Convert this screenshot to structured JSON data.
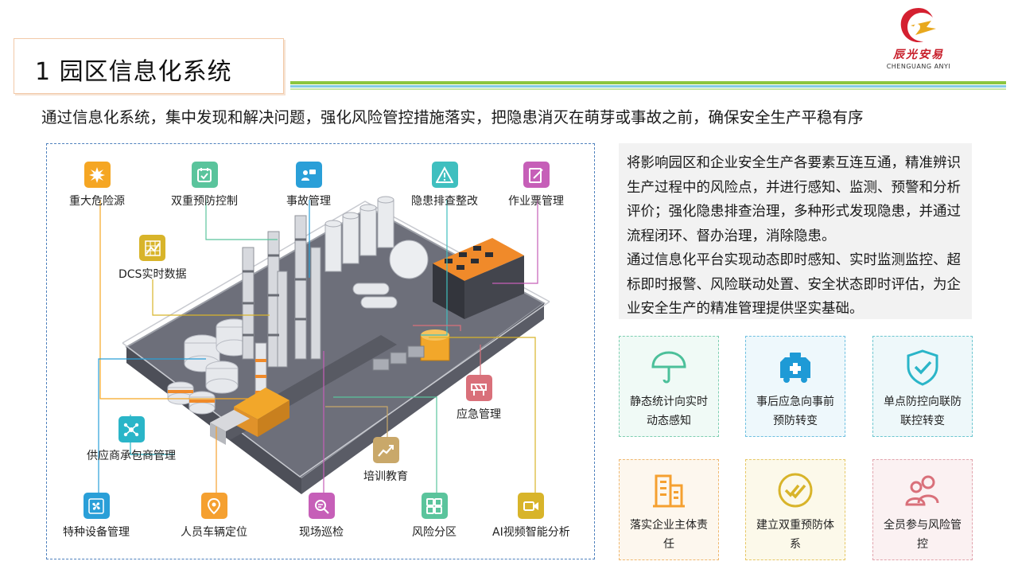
{
  "header": {
    "title": "1 园区信息化系统"
  },
  "logo": {
    "name_cn": "辰光安易",
    "name_en": "CHENGUANG ANYI",
    "icon": "chenguang-logo-icon"
  },
  "intro": "通过信息化系统，集中发现和解决问题，强化风险管控措施落实，把隐患消灭在萌芽或事故之前，确保安全生产平稳有序",
  "diagram": {
    "nodes": [
      {
        "label": "重大危险源",
        "icon": "hazard-burst-icon",
        "color": "#f5a623"
      },
      {
        "label": "双重预防控制",
        "icon": "calendar-check-icon",
        "color": "#5ac49c"
      },
      {
        "label": "事故管理",
        "icon": "chat-user-icon",
        "color": "#2a9fd8"
      },
      {
        "label": "隐患排查整改",
        "icon": "warning-triangle-icon",
        "color": "#3fbfbf"
      },
      {
        "label": "作业票管理",
        "icon": "edit-document-icon",
        "color": "#c65fb8"
      },
      {
        "label": "DCS实时数据",
        "icon": "grid-chart-icon",
        "color": "#d8b42a"
      },
      {
        "label": "应急管理",
        "icon": "barrier-icon",
        "color": "#d9707a"
      },
      {
        "label": "供应商承包商管理",
        "icon": "network-icon",
        "color": "#2ab5c8"
      },
      {
        "label": "培训教育",
        "icon": "trend-line-icon",
        "color": "#c9a86a"
      },
      {
        "label": "特种设备管理",
        "icon": "fan-icon",
        "color": "#2a9fd8"
      },
      {
        "label": "人员车辆定位",
        "icon": "location-pin-icon",
        "color": "#f5a030"
      },
      {
        "label": "现场巡检",
        "icon": "search-document-icon",
        "color": "#c65fb8"
      },
      {
        "label": "风险分区",
        "icon": "grid-blocks-icon",
        "color": "#5ac49c"
      },
      {
        "label": "AI视频智能分析",
        "icon": "video-camera-icon",
        "color": "#d8b42a"
      }
    ]
  },
  "description": {
    "paragraph_1": "将影响园区和企业安全生产各要素互连互通，精准辨识生产过程中的风险点，并进行感知、监测、预警和分析评价；强化隐患排查治理，多种形式发现隐患，并通过流程闭环、督办治理，消除隐患。",
    "paragraph_2": "通过信息化平台实现动态即时感知、实时监测监控、超标即时报警、风险联动处置、安全状态即时评估，为企业安全生产的精准管理提供坚实基础。"
  },
  "cards": [
    {
      "text": "静态统计向实时动态感知",
      "icon": "umbrella-icon",
      "color": "#4cc09a"
    },
    {
      "text": "事后应急向事前预防转变",
      "icon": "ambulance-icon",
      "color": "#1e9ad6"
    },
    {
      "text": "单点防控向联防联控转变",
      "icon": "shield-check-icon",
      "color": "#2ab5c8"
    },
    {
      "text": "落实企业主体责任",
      "icon": "building-icon",
      "color": "#f5a030"
    },
    {
      "text": "建立双重预防体系",
      "icon": "double-check-icon",
      "color": "#d8b42a"
    },
    {
      "text": "全员参与风险管控",
      "icon": "users-icon",
      "color": "#d9707a"
    }
  ]
}
